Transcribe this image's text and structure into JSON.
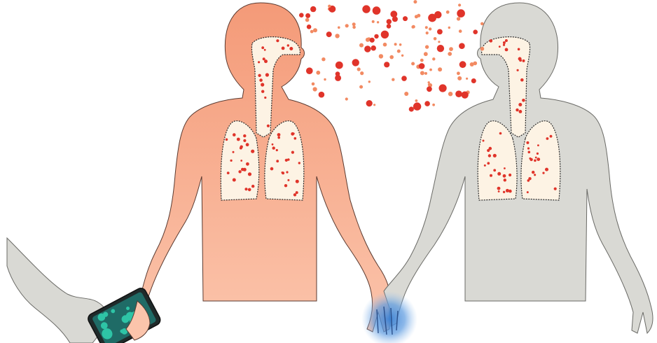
{
  "figure": {
    "left_person": "infected-person",
    "right_person": "exposed-person",
    "transmission_routes": [
      "airborne-droplets",
      "hand-contact",
      "contaminated-phone"
    ]
  },
  "colors": {
    "infected_top": "#f49a78",
    "infected_bottom": "#fbc4ab",
    "healthy_body": "#d9d9d4",
    "lung_fill": "#fdf3e4",
    "airway_fill": "#fdf3e4",
    "droplet_dark": "#e0342a",
    "droplet_light": "#f28a62",
    "contact_glow": "#3b82d6",
    "phone_screen": "#1f6b66",
    "phone_dots": "#2ec4a6",
    "outline": "#2a2a2a"
  }
}
